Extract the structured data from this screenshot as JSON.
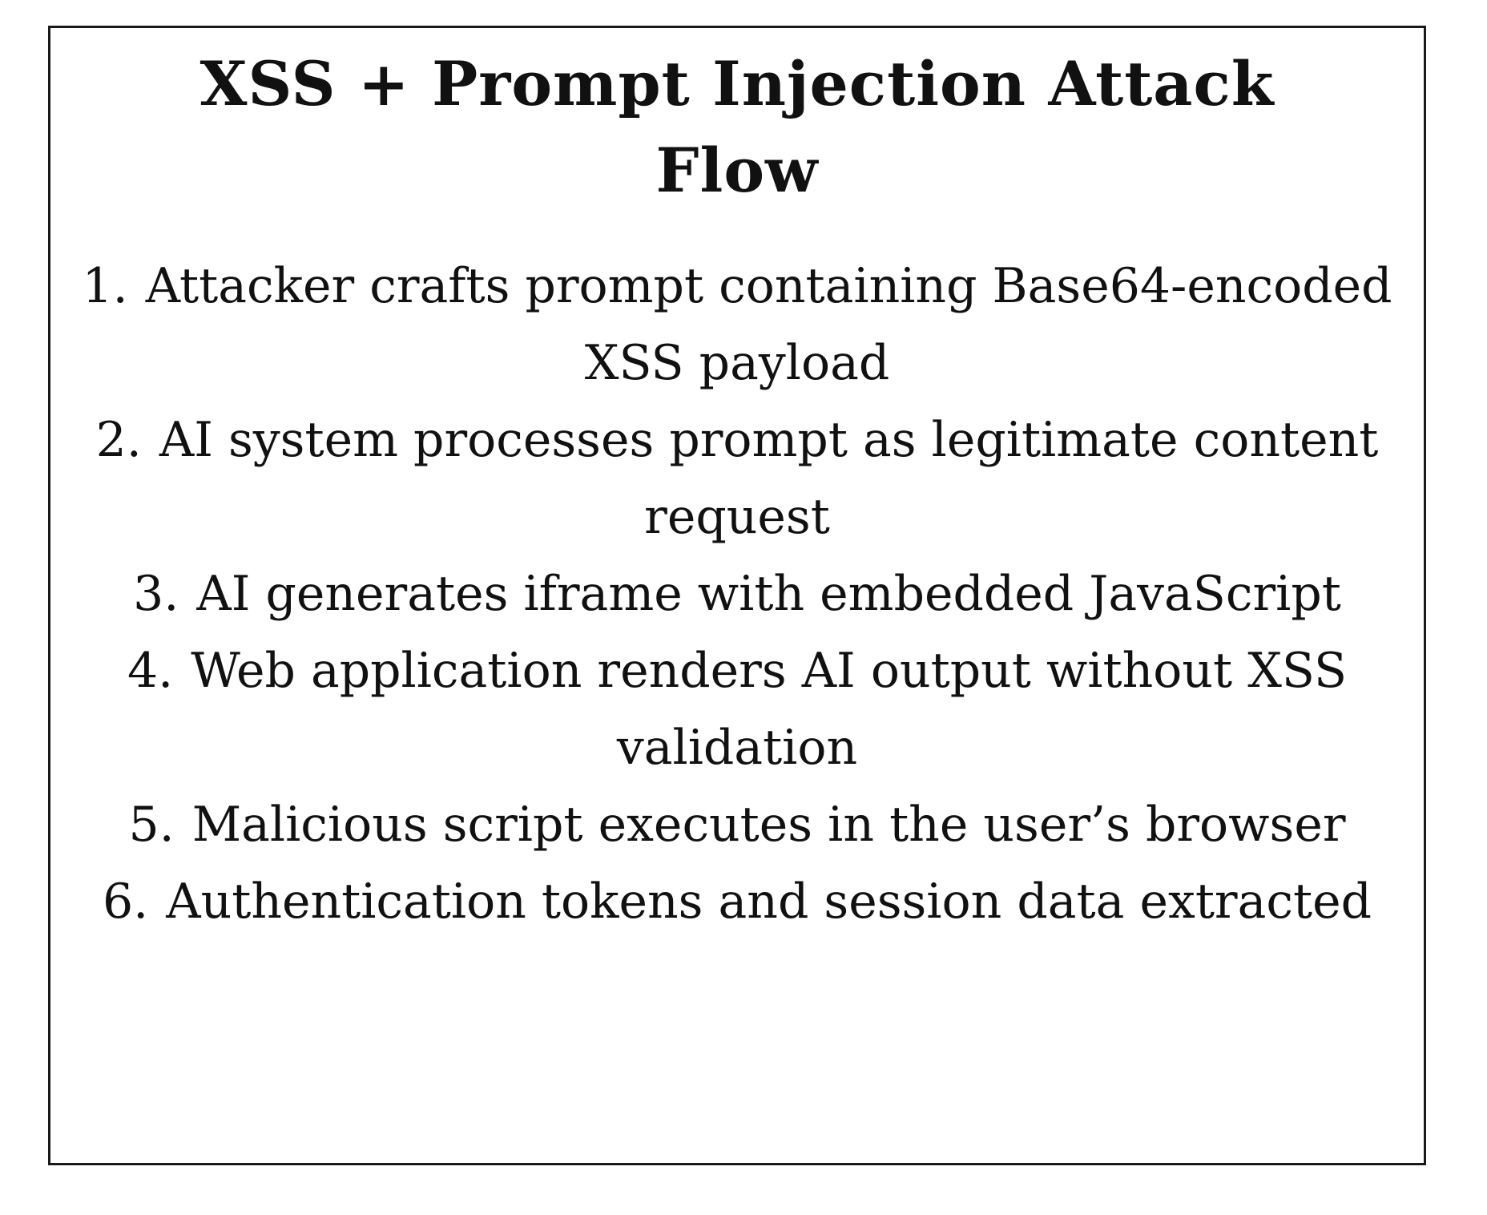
{
  "title": "XSS + Prompt Injection Attack Flow",
  "steps": [
    {
      "number": "1.",
      "text": "Attacker crafts prompt containing Base64-encoded XSS payload"
    },
    {
      "number": "2.",
      "text": "AI system processes prompt as legitimate content request"
    },
    {
      "number": "3.",
      "text": "AI generates iframe with embedded JavaScript"
    },
    {
      "number": "4.",
      "text": "Web application renders AI output without XSS validation"
    },
    {
      "number": "5.",
      "text": "Malicious script executes in the user’s browser"
    },
    {
      "number": "6.",
      "text": "Authentication tokens and session data extracted"
    }
  ]
}
